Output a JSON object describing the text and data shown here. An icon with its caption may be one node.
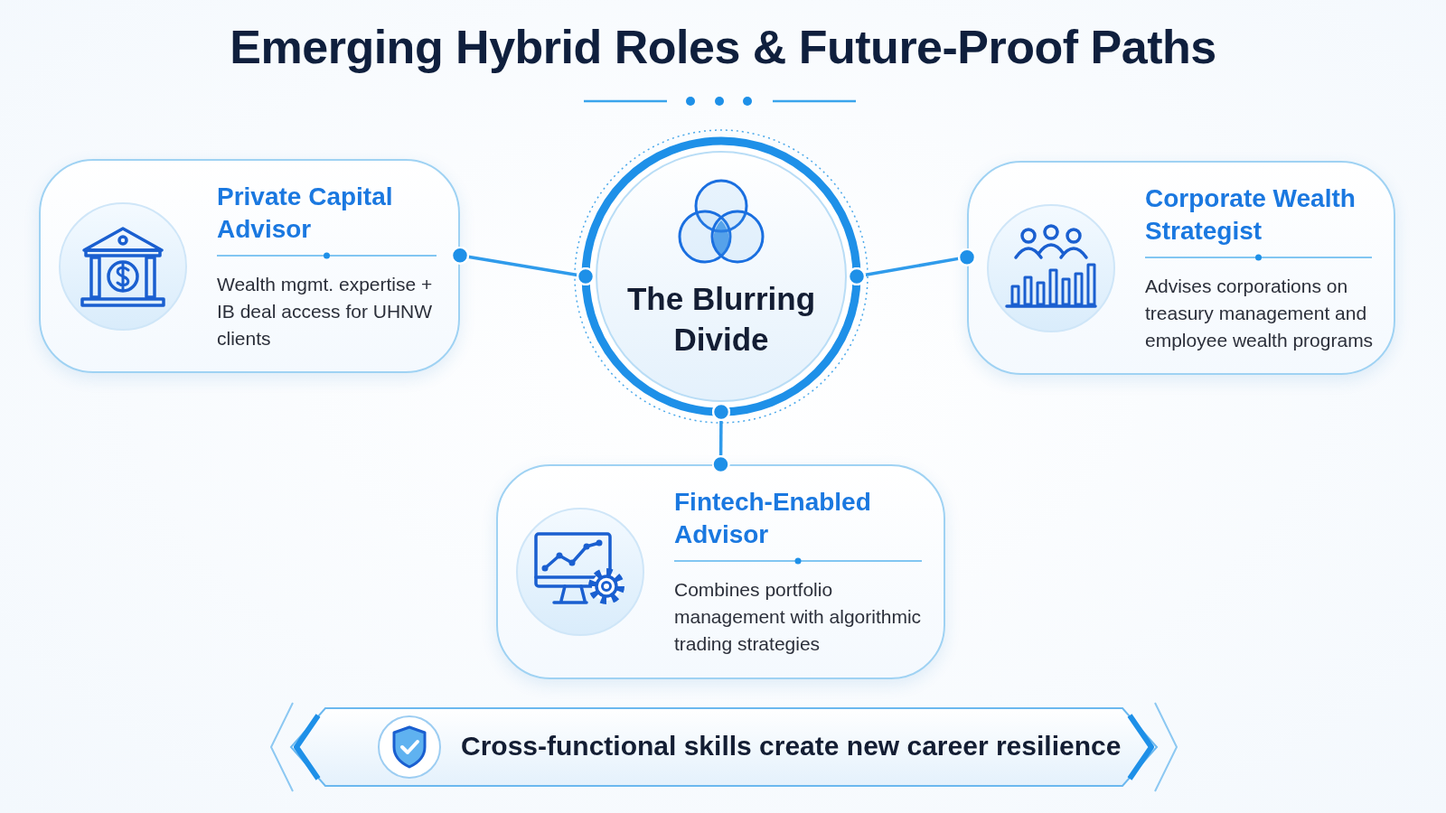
{
  "diagram": {
    "title": "Emerging **Hybrid Roles** & Future-Proof Paths",
    "nodes": [
      {
        "text": [
          "Private Capital Advisor",
          "Wealth mgmt. expertise + IB deal access for UHNW clients"
        ]
      },
      {
        "text": [
          "The Blurring Divide"
        ]
      },
      {
        "text": [
          "Corporate Wealth Strategist",
          "Advises corporations on treasury management and employee wealth programs"
        ]
      },
      {
        "text": [
          "Fintech-Enabled Advisor",
          "Combines portfolio management with algorithmic trading strategies"
        ]
      },
      {
        "text": [
          "Cross-functional skills create new career resilience"
        ]
      }
    ],
    "edges": [
      {
        "from": 1,
        "to": 0,
        "arrow": "other"
      },
      {
        "from": 1,
        "to": 2,
        "arrow": "other"
      },
      {
        "from": 1,
        "to": 3,
        "arrow": "other"
      }
    ]
  }
}
